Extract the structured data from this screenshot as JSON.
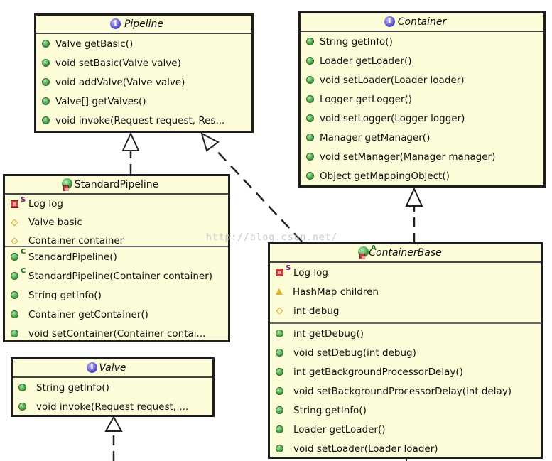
{
  "pipeline": {
    "name": "Pipeline",
    "stereotype_icon": "interface-icon",
    "methods": [
      "Valve getBasic()",
      "void setBasic(Valve valve)",
      "void addValve(Valve valve)",
      "Valve[] getValves()",
      "void invoke(Request request, Res..."
    ]
  },
  "container": {
    "name": "Container",
    "stereotype_icon": "interface-icon",
    "methods": [
      "String getInfo()",
      "Loader getLoader()",
      "void setLoader(Loader loader)",
      "Logger getLogger()",
      "void setLogger(Logger logger)",
      "Manager getManager()",
      "void setManager(Manager manager)",
      "Object getMappingObject()"
    ]
  },
  "standard_pipeline": {
    "name": "StandardPipeline",
    "stereotype_icon": "class-icon",
    "fields": [
      {
        "label": "Log log",
        "icon": "private-static-field-icon",
        "modifier": "S"
      },
      {
        "label": "Valve basic",
        "icon": "protected-field-icon"
      },
      {
        "label": "Container container",
        "icon": "protected-field-icon"
      }
    ],
    "methods": [
      {
        "label": "StandardPipeline()",
        "modifier": "C"
      },
      {
        "label": "StandardPipeline(Container container)",
        "modifier": "C"
      },
      {
        "label": "String getInfo()"
      },
      {
        "label": "Container getContainer()"
      },
      {
        "label": "void setContainer(Container contai..."
      }
    ]
  },
  "container_base": {
    "name": "ContainerBase",
    "stereotype_icon": "abstract-class-icon",
    "abstract_marker": "A",
    "fields": [
      {
        "label": "Log log",
        "icon": "private-static-field-icon",
        "modifier": "S"
      },
      {
        "label": "HashMap children",
        "icon": "protected-field-warning-icon"
      },
      {
        "label": "int debug",
        "icon": "protected-field-icon"
      }
    ],
    "methods": [
      "int getDebug()",
      "void setDebug(int debug)",
      "int getBackgroundProcessorDelay()",
      "void setBackgroundProcessorDelay(int delay)",
      "String getInfo()",
      "Loader getLoader()",
      "void setLoader(Loader loader)"
    ]
  },
  "valve": {
    "name": "Valve",
    "stereotype_icon": "interface-icon",
    "methods": [
      "String getInfo()",
      "void invoke(Request request, ..."
    ]
  },
  "watermark": "http://blog.csdn.net/",
  "marks": {
    "interface": "I",
    "static": "S",
    "constructor": "C"
  }
}
